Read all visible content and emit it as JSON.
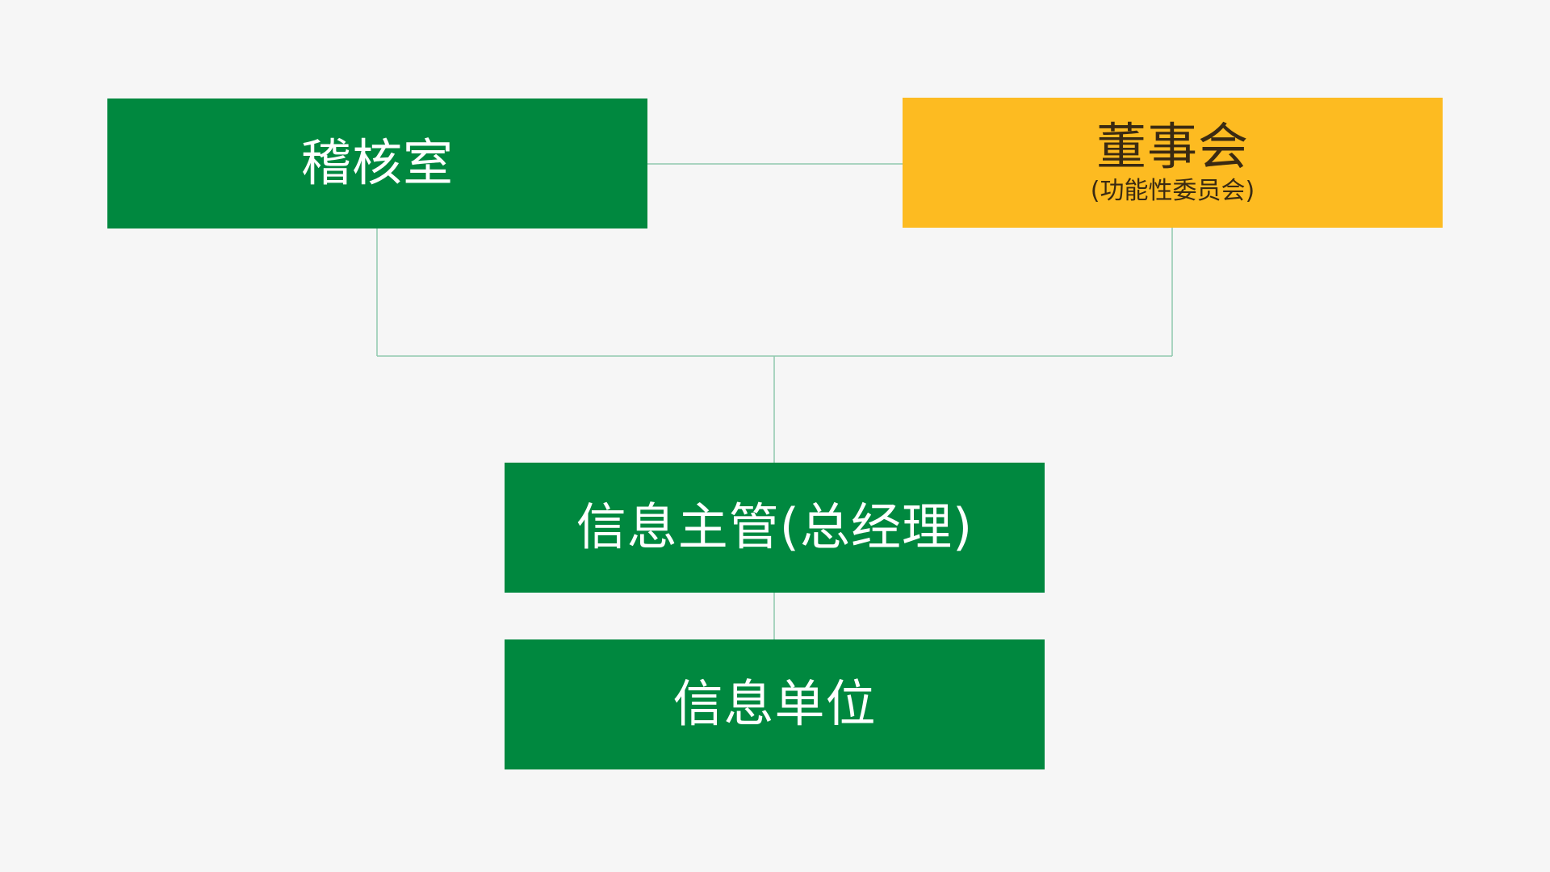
{
  "diagram": {
    "nodes": {
      "audit": {
        "label": "稽核室"
      },
      "board": {
        "label": "董事会",
        "sublabel": "(功能性委员会)"
      },
      "cio": {
        "label": "信息主管(总经理)"
      },
      "it_unit": {
        "label": "信息单位"
      }
    },
    "colors": {
      "background": "#f6f6f6",
      "green": "#00883f",
      "yellow": "#fdbb21",
      "connector": "#8fc9ad",
      "board_text": "#3a2a12"
    },
    "edges": [
      {
        "from": "audit",
        "to": "board"
      },
      {
        "from": "audit",
        "to": "cio"
      },
      {
        "from": "board",
        "to": "cio"
      },
      {
        "from": "cio",
        "to": "it_unit"
      }
    ]
  }
}
